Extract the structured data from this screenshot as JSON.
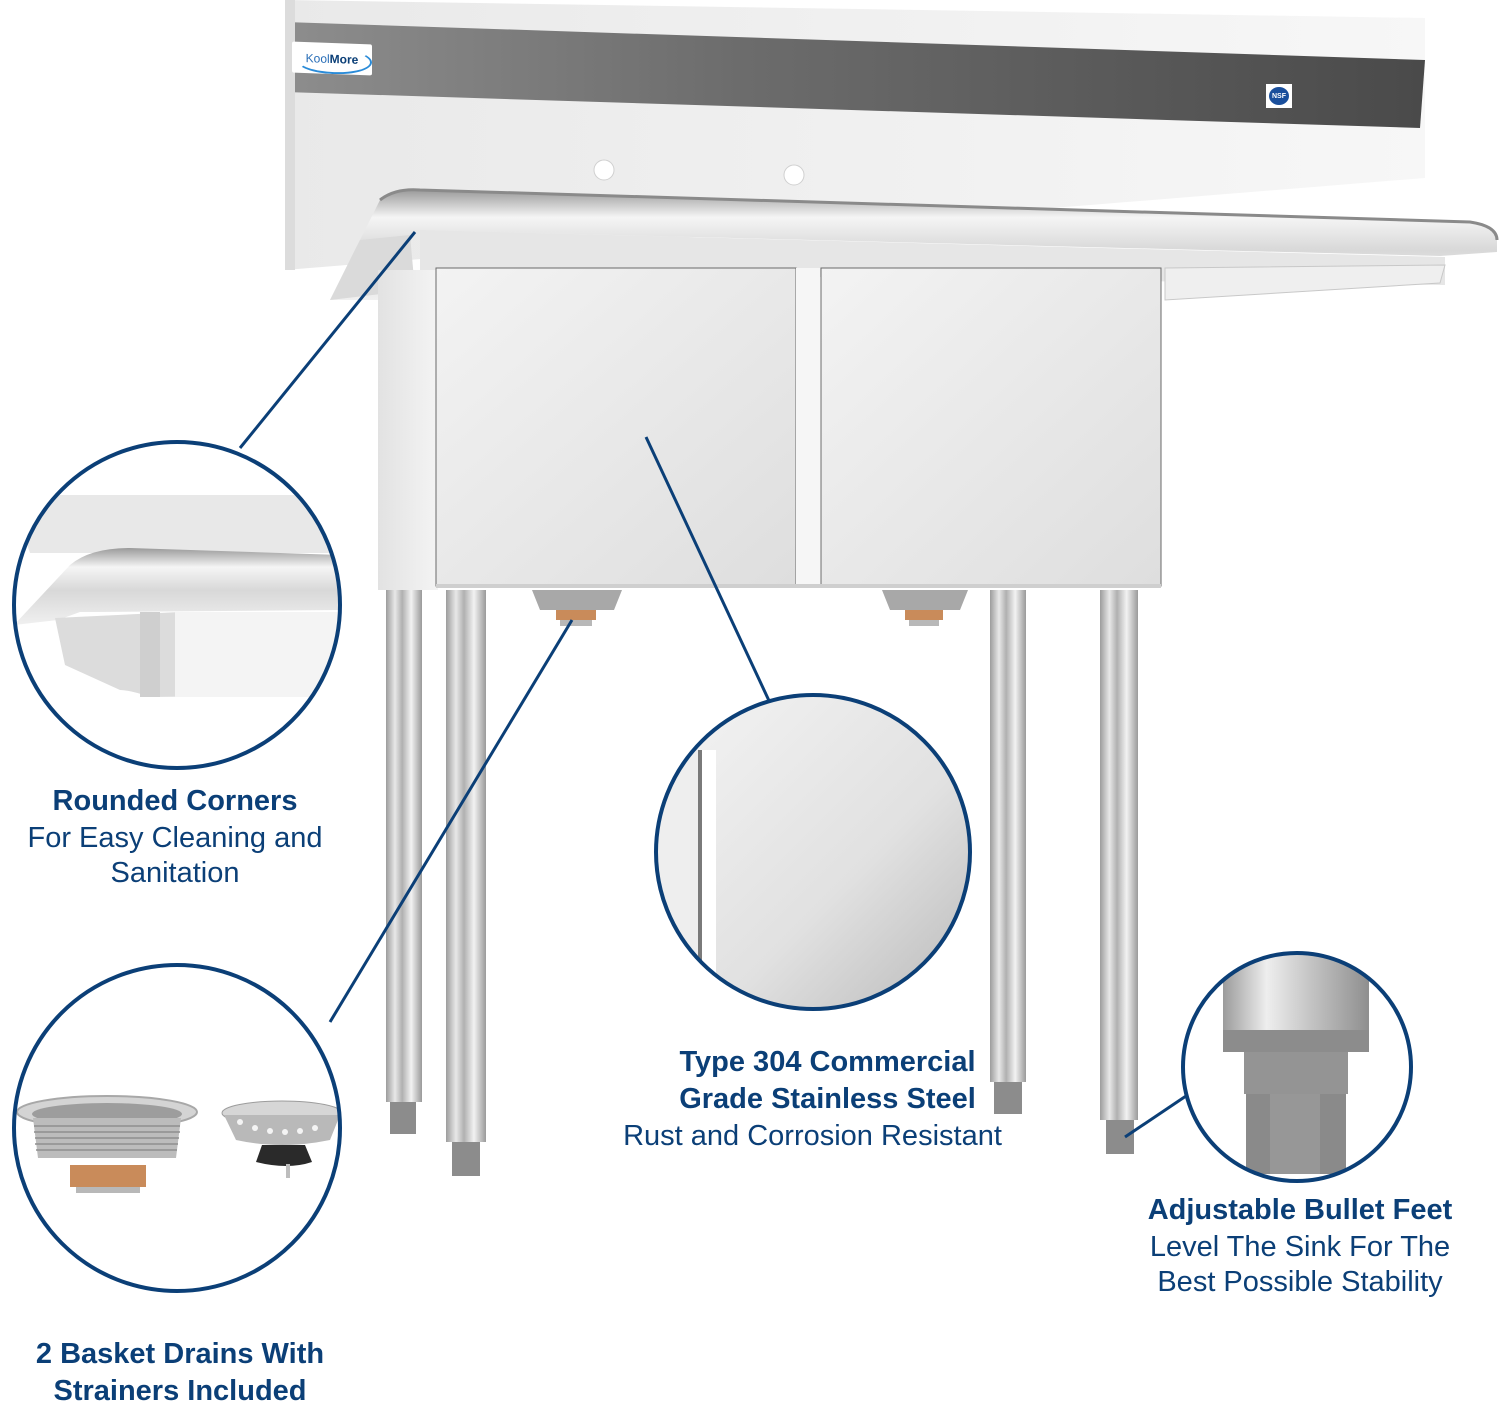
{
  "product": {
    "brand_logo_text_light": "Kool",
    "brand_logo_text_bold": "More",
    "certification_badge": "NSF"
  },
  "colors": {
    "accent": "#0b3f77",
    "steel_light": "#f2f2f2",
    "steel_mid": "#c9c9c9",
    "steel_dark": "#8a8a8a",
    "backsplash_band": "#6e6e6e",
    "foot_gray": "#8c8c8c",
    "brass": "#c98b5a"
  },
  "features": [
    {
      "id": "rounded-corners",
      "title": "Rounded Corners",
      "subtitle_lines": [
        "For Easy Cleaning and",
        "Sanitation"
      ],
      "icon": "rounded-corner-detail"
    },
    {
      "id": "basket-drains",
      "title_lines": [
        "2 Basket Drains With",
        "Strainers Included"
      ],
      "icon": "basket-drain-strainer"
    },
    {
      "id": "stainless-steel",
      "title_lines": [
        "Type 304 Commercial",
        "Grade Stainless Steel"
      ],
      "subtitle": "Rust and Corrosion Resistant",
      "icon": "stainless-steel-surface"
    },
    {
      "id": "bullet-feet",
      "title": "Adjustable Bullet Feet",
      "subtitle_lines": [
        "Level The Sink For The",
        "Best Possible Stability"
      ],
      "icon": "adjustable-bullet-foot"
    }
  ]
}
